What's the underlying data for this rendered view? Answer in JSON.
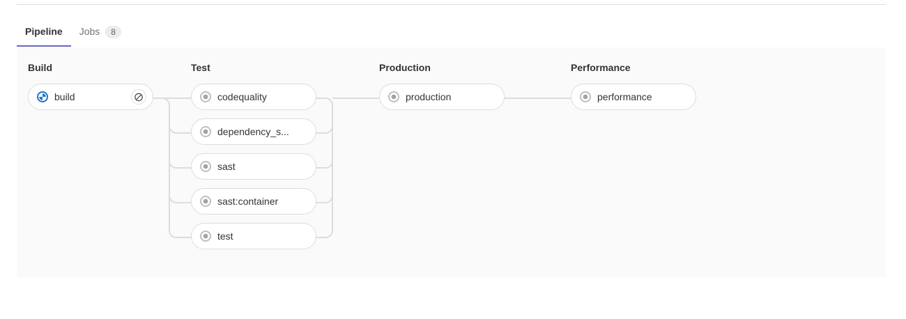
{
  "tabs": [
    {
      "label": "Pipeline",
      "active": true,
      "badge": null
    },
    {
      "label": "Jobs",
      "active": false,
      "badge": "8"
    }
  ],
  "colors": {
    "accent": "#6666c4",
    "graph_bg": "#fafafa",
    "border": "#dcdcde",
    "status_created": "#a4a3a8",
    "status_running": "#1f75cb",
    "text": "#333238",
    "text_muted": "#737278"
  },
  "pipeline": {
    "stages": [
      {
        "name": "Build",
        "jobs": [
          {
            "name": "build",
            "status": "running",
            "status_icon": "status-running-icon",
            "has_cancel": true,
            "cancel_label": "Cancel"
          }
        ]
      },
      {
        "name": "Test",
        "jobs": [
          {
            "name": "codequality",
            "status": "created",
            "status_icon": "status-created-icon",
            "has_cancel": false
          },
          {
            "name": "dependency_s...",
            "status": "created",
            "status_icon": "status-created-icon",
            "has_cancel": false
          },
          {
            "name": "sast",
            "status": "created",
            "status_icon": "status-created-icon",
            "has_cancel": false
          },
          {
            "name": "sast:container",
            "status": "created",
            "status_icon": "status-created-icon",
            "has_cancel": false
          },
          {
            "name": "test",
            "status": "created",
            "status_icon": "status-created-icon",
            "has_cancel": false
          }
        ]
      },
      {
        "name": "Production",
        "jobs": [
          {
            "name": "production",
            "status": "created",
            "status_icon": "status-created-icon",
            "has_cancel": false
          }
        ]
      },
      {
        "name": "Performance",
        "jobs": [
          {
            "name": "performance",
            "status": "created",
            "status_icon": "status-created-icon",
            "has_cancel": false
          }
        ]
      }
    ]
  },
  "layout": {
    "stage_x": [
      16,
      250,
      520,
      795
    ],
    "job_width": [
      180,
      180,
      180,
      180
    ],
    "job_pitch": 50
  }
}
